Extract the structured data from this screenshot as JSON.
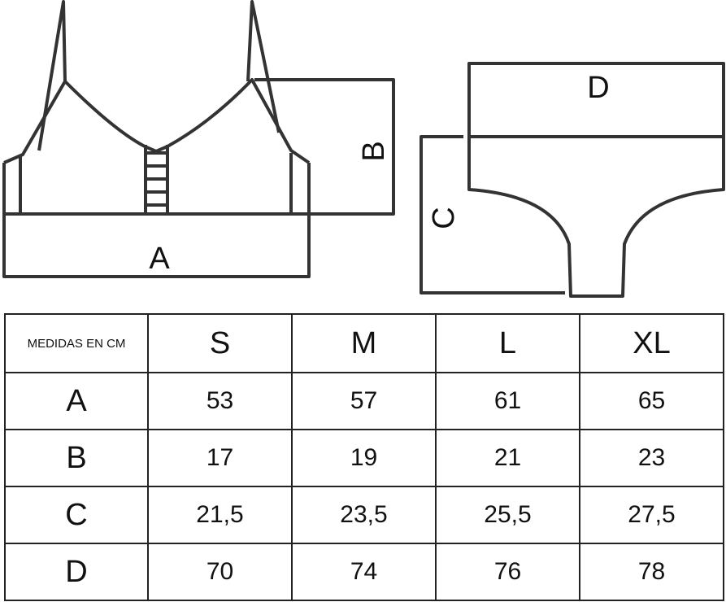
{
  "labels": {
    "a": "A",
    "b": "B",
    "c": "C",
    "d": "D"
  },
  "table": {
    "corner": "MEDIDAS EN CM",
    "sizes": [
      "S",
      "M",
      "L",
      "XL"
    ],
    "rows": [
      {
        "label": "A",
        "values": [
          "53",
          "57",
          "61",
          "65"
        ]
      },
      {
        "label": "B",
        "values": [
          "17",
          "19",
          "21",
          "23"
        ]
      },
      {
        "label": "C",
        "values": [
          "21,5",
          "23,5",
          "25,5",
          "27,5"
        ]
      },
      {
        "label": "D",
        "values": [
          "70",
          "74",
          "76",
          "78"
        ]
      }
    ]
  }
}
